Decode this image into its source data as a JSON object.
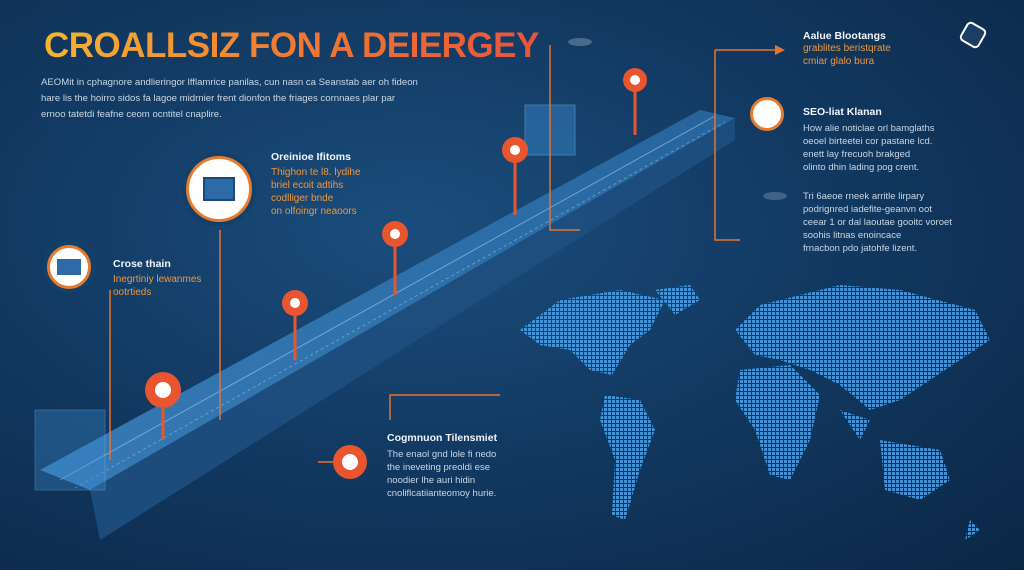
{
  "title": "CROALLSIZ FON A DEIERGEY",
  "description": "AEOMit in cphagnore andlieringor lfflamrice panilas, cun nasn ca Seanstab aer oh fideon hare lis the hoirro sidos fa lagoe midrnier frent dionfon the friages cornnaes plar par ernoo tatetdi feafne ceom ocntitel cnaplire.",
  "callouts": [
    {
      "heading": "Aalue Blootangs",
      "lines": [
        "grablites beristqrate",
        "cmiar glalo bura"
      ]
    },
    {
      "heading": "SEO-liat Klanan",
      "lines": [
        "How alie noticlae orl bamglaths",
        "oeoel birteetei cor pastane lcd.",
        "enett lay frecuoh brakged",
        "olinto dhin lading pog crent."
      ]
    },
    {
      "heading": "",
      "lines": [
        "Tri 6aeoe rneek arritle lirpary",
        "podrignred iadefite-geanvn oot",
        "ceear 1 or dal laoutae gooitc voroet",
        "soohis litnas enoincace",
        "frnacbon pdo jatohfe lizent."
      ]
    },
    {
      "heading": "Oreinioe Ifitoms",
      "lines": [
        "Thighon te l8. lydihe",
        "briel ecoit adtihs",
        "codlliger bnde",
        "on olfoingr neaoors"
      ]
    },
    {
      "heading": "Crose thain",
      "lines": [
        "Inegrtiniy lewanmes",
        "ootrtieds"
      ]
    },
    {
      "heading": "Cogmnuon Tilensmiet",
      "lines": [
        "The enaol gnd lole fi nedo",
        "the ineveting preoldi ese",
        "noodier lhe auri hidin",
        "cnoliflcatiianteomoy hurie."
      ]
    }
  ],
  "colors": {
    "accent": "#e8632f",
    "orange": "#f0963c",
    "bg": "#123a63"
  }
}
